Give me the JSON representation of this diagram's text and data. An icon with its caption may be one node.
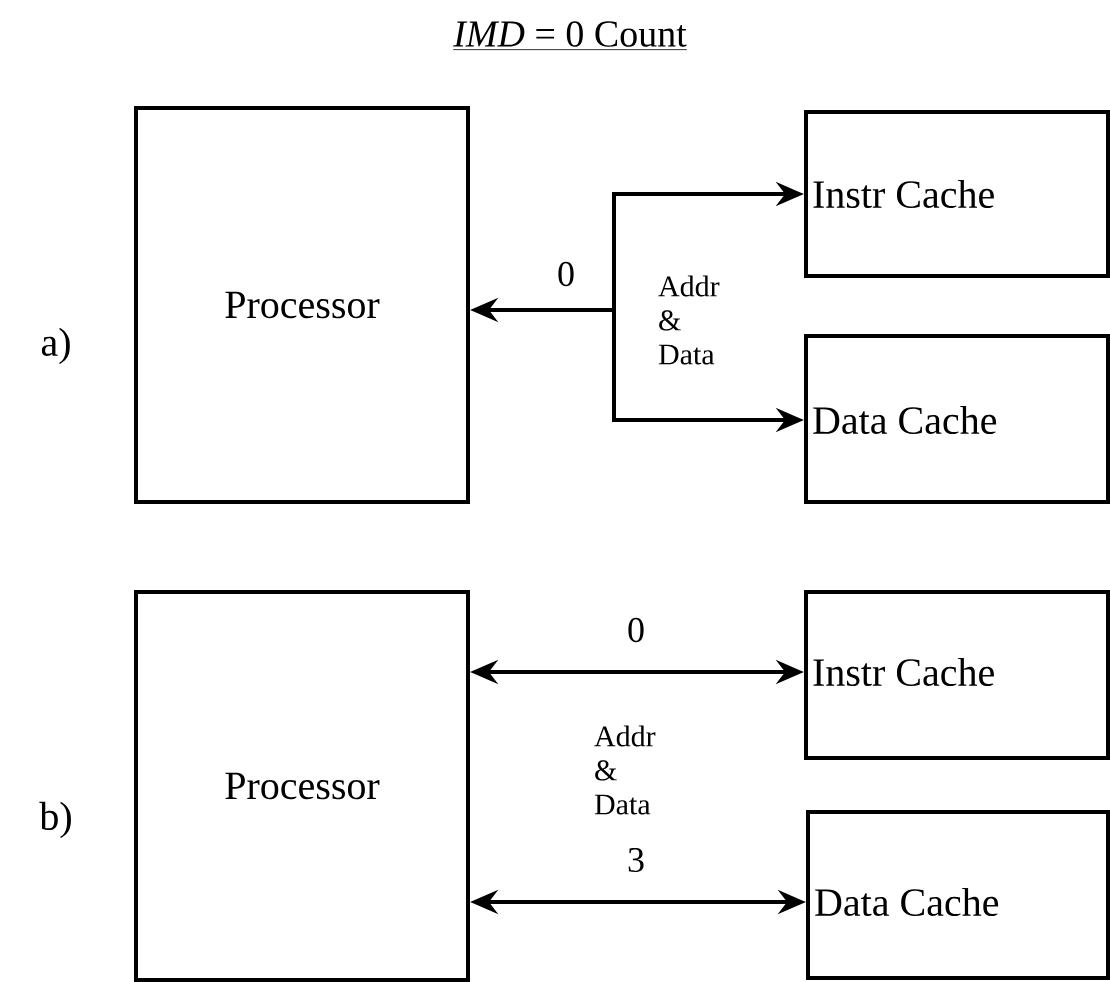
{
  "diagram": {
    "title": "*IMD* = 0 Count",
    "nodes": [
      {
        "text": [
          "Processor"
        ]
      },
      {
        "text": [
          "Instr Cache"
        ]
      },
      {
        "text": [
          "Data Cache"
        ]
      },
      {
        "text": [
          "Processor"
        ]
      },
      {
        "text": [
          "Instr Cache"
        ]
      },
      {
        "text": [
          "Data Cache"
        ]
      }
    ],
    "edges": [
      {
        "from": null,
        "to": 0,
        "arrow": "to",
        "label": "0"
      },
      {
        "from": null,
        "to": 1,
        "arrow": "to"
      },
      {
        "from": null,
        "to": 2,
        "arrow": "to"
      },
      {
        "from": 3,
        "to": 4,
        "arrow": "both",
        "label": "0"
      },
      {
        "from": 3,
        "to": 5,
        "arrow": "both",
        "label": "3"
      }
    ],
    "labels": [
      "a)",
      "Addr & Data",
      "b)",
      "Addr & Data"
    ]
  }
}
